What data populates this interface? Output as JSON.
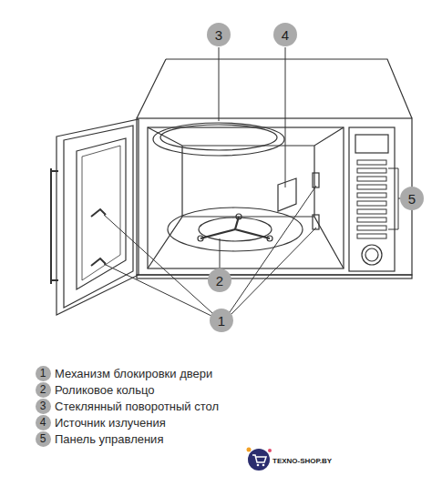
{
  "diagram": {
    "labels": [
      "3",
      "4",
      "5",
      "2",
      "1",
      "1",
      "Механизм блокировки двери",
      "2",
      "Роликовое кольцо",
      "3",
      "Стеклянный поворотный стол",
      "4",
      "Источник излучения",
      "5",
      "Панель управления",
      "TEXNO-SHOP.BY"
    ]
  }
}
